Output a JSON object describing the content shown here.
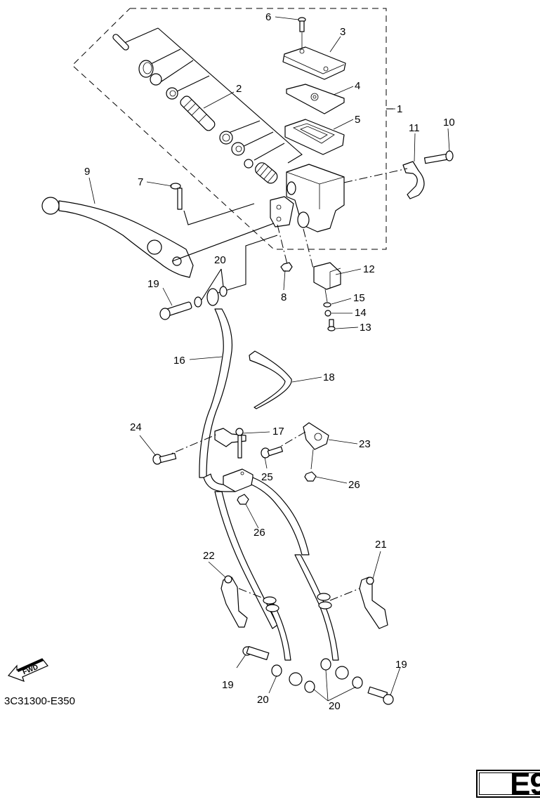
{
  "diagram": {
    "title": "Front master cylinder exploded view",
    "drawing_code": "3C31300-E350",
    "page_label": "E9",
    "fwd_icon": {
      "name": "fwd-arrow-icon",
      "text": "FWD"
    },
    "callouts": [
      {
        "id": "1",
        "part": "master-cylinder-assembly"
      },
      {
        "id": "2",
        "part": "master-cylinder-kit"
      },
      {
        "id": "3",
        "part": "reservoir-cap"
      },
      {
        "id": "4",
        "part": "diaphragm-plate"
      },
      {
        "id": "5",
        "part": "diaphragm"
      },
      {
        "id": "6",
        "part": "cap-screw"
      },
      {
        "id": "7",
        "part": "lever-pivot-bolt"
      },
      {
        "id": "8",
        "part": "nut"
      },
      {
        "id": "9",
        "part": "brake-lever"
      },
      {
        "id": "10",
        "part": "holder-bolt"
      },
      {
        "id": "11",
        "part": "master-cylinder-holder"
      },
      {
        "id": "12",
        "part": "brake-light-switch"
      },
      {
        "id": "13",
        "part": "screw"
      },
      {
        "id": "14",
        "part": "spring-washer"
      },
      {
        "id": "15",
        "part": "washer"
      },
      {
        "id": "16",
        "part": "brake-hose-1"
      },
      {
        "id": "17",
        "part": "hose-holder"
      },
      {
        "id": "18",
        "part": "cable-tie"
      },
      {
        "id": "19",
        "part": "union-bolt"
      },
      {
        "id": "20",
        "part": "copper-washer"
      },
      {
        "id": "21",
        "part": "hose-guide-right"
      },
      {
        "id": "22",
        "part": "hose-guide-left"
      },
      {
        "id": "23",
        "part": "hose-holder-bracket"
      },
      {
        "id": "24",
        "part": "bolt"
      },
      {
        "id": "25",
        "part": "bolt"
      },
      {
        "id": "26",
        "part": "nut"
      }
    ]
  }
}
